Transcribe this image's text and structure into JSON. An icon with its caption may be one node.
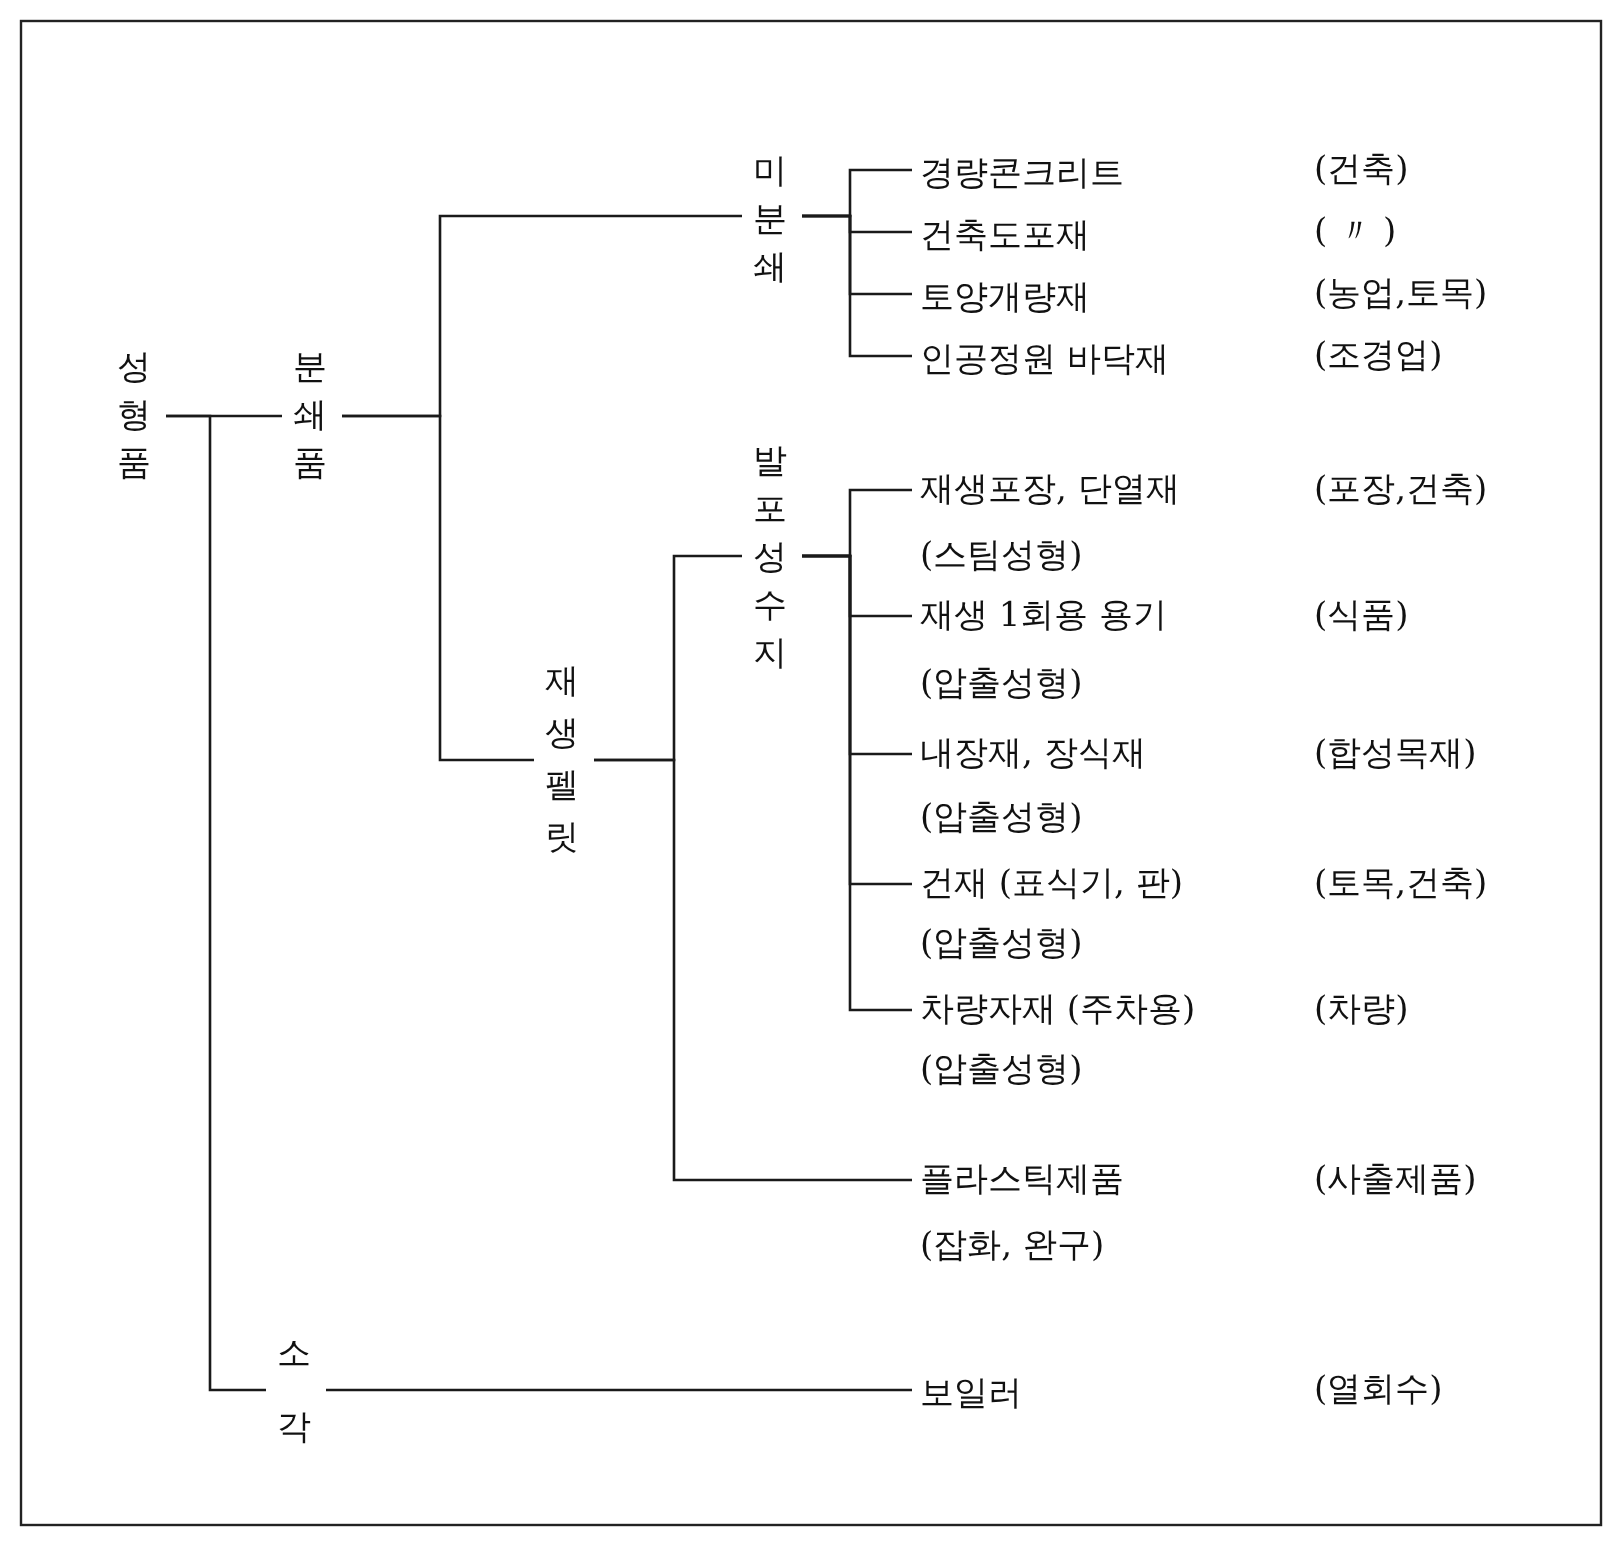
{
  "diagram": {
    "nodes": [
      {
        "text": [
          "성형품"
        ]
      },
      {
        "text": [
          "분쇄품"
        ]
      },
      {
        "text": [
          "미분쇄"
        ]
      },
      {
        "text": [
          "경량콘크리트"
        ]
      },
      {
        "text": [
          "건축도포재"
        ]
      },
      {
        "text": [
          "토양개량재"
        ]
      },
      {
        "text": [
          "인공정원 바닥재"
        ]
      },
      {
        "text": [
          "재생 펠릿"
        ]
      },
      {
        "text": [
          "발포성수지"
        ]
      },
      {
        "text": [
          "재생포장, 단열재",
          "(스팀성형)"
        ]
      },
      {
        "text": [
          "재생 1회용 용기",
          "(압출성형)"
        ]
      },
      {
        "text": [
          "내장재, 장식재",
          "(압출성형)"
        ]
      },
      {
        "text": [
          "건재 (표식기, 판)",
          "(압출성형)"
        ]
      },
      {
        "text": [
          "차량자재 (주차용)",
          "(압출성형)"
        ]
      },
      {
        "text": [
          "플라스틱제품",
          "(잡화, 완구)"
        ]
      },
      {
        "text": [
          "소각"
        ]
      },
      {
        "text": [
          "보일러"
        ]
      }
    ],
    "labels": [
      "(건축)",
      "( 〃 )",
      "(농업,토목)",
      "(조경업)",
      "(포장,건축)",
      "(식품)",
      "(합성목재)",
      "(토목,건축)",
      "(차량)",
      "(사출제품)",
      "(열회수)"
    ],
    "edges": [
      {
        "from": 0,
        "to": 1,
        "arrow": "none"
      },
      {
        "from": 0,
        "to": 15,
        "arrow": "none"
      },
      {
        "from": 1,
        "to": 2,
        "arrow": "none"
      },
      {
        "from": 1,
        "to": 7,
        "arrow": "none"
      },
      {
        "from": 2,
        "to": 3,
        "arrow": "none"
      },
      {
        "from": 2,
        "to": 4,
        "arrow": "none"
      },
      {
        "from": 2,
        "to": 5,
        "arrow": "none"
      },
      {
        "from": 2,
        "to": 6,
        "arrow": "none"
      },
      {
        "from": 7,
        "to": 8,
        "arrow": "none"
      },
      {
        "from": 7,
        "to": 14,
        "arrow": "none"
      },
      {
        "from": 8,
        "to": 9,
        "arrow": "none"
      },
      {
        "from": 8,
        "to": 10,
        "arrow": "none"
      },
      {
        "from": 8,
        "to": 11,
        "arrow": "none"
      },
      {
        "from": 8,
        "to": 12,
        "arrow": "none"
      },
      {
        "from": 8,
        "to": 13,
        "arrow": "none"
      },
      {
        "from": 15,
        "to": 16,
        "arrow": "none"
      }
    ]
  }
}
